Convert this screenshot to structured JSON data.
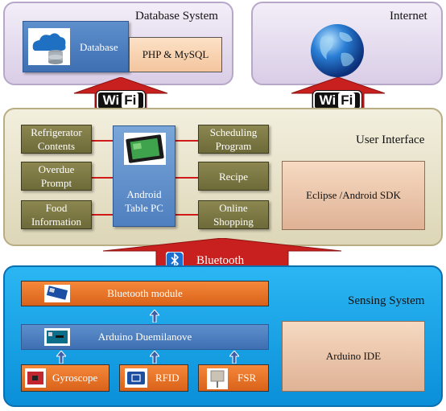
{
  "database_layer": {
    "title": "Database System",
    "database_label": "Database",
    "php_label": "PHP & MySQL"
  },
  "internet_layer": {
    "title": "Internet"
  },
  "connections": {
    "wifi_left": "Wi",
    "wifi_left_fi": "Fi",
    "wifi_right": "Wi",
    "wifi_right_fi": "Fi",
    "bluetooth": "Bluetooth"
  },
  "ui_layer": {
    "title": "User Interface",
    "left_items": [
      "Refrigerator Contents",
      "Overdue Prompt",
      "Food Information"
    ],
    "center": [
      "Android",
      "Table PC"
    ],
    "right_items": [
      "Scheduling Program",
      "Recipe",
      "Online Shopping"
    ],
    "sdk_label": "Eclipse /Android SDK"
  },
  "sensing_layer": {
    "title": "Sensing System",
    "bluetooth_module": "Bluetooth module",
    "arduino": "Arduino Duemilanove",
    "sensors": [
      "Gyroscope",
      "RFID",
      "FSR"
    ],
    "ide_label": "Arduino IDE"
  },
  "colors": {
    "arrow_red": "#c8201e",
    "wifi_black": "#111111",
    "sensing_blue": "#1aa5ea",
    "ui_beige": "#e6e0c8",
    "db_lavender": "#e4dbee"
  }
}
